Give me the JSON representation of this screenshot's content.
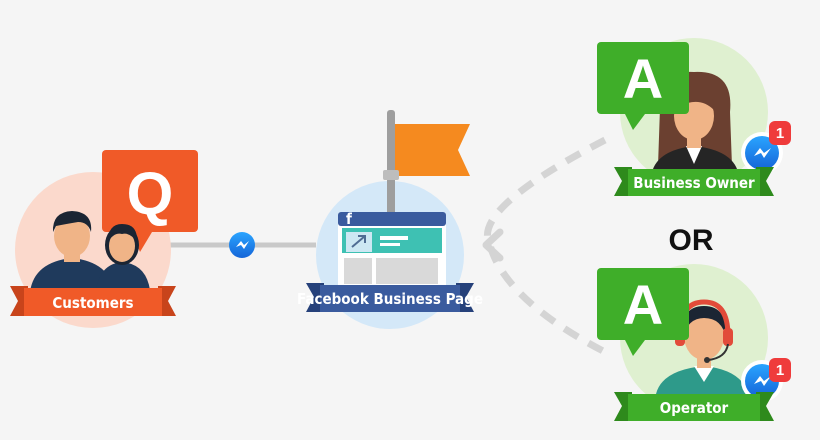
{
  "customers": {
    "label": "Customers",
    "bubble_letter": "Q"
  },
  "page": {
    "label": "Facebook Business Page",
    "fb_letter": "f"
  },
  "business_owner": {
    "label": "Business Owner",
    "bubble_letter": "A",
    "badge_count": "1"
  },
  "or_text": "OR",
  "operator": {
    "label": "Operator",
    "bubble_letter": "A",
    "badge_count": "1"
  },
  "colors": {
    "customers_ribbon": "#f05a28",
    "question_bubble": "#f05a28",
    "answer_bubble": "#3fae29",
    "ribbon_green": "#3fae29",
    "page_ribbon": "#3a5b9e",
    "flag": "#f58a1f",
    "messenger": "#1e88e5"
  }
}
